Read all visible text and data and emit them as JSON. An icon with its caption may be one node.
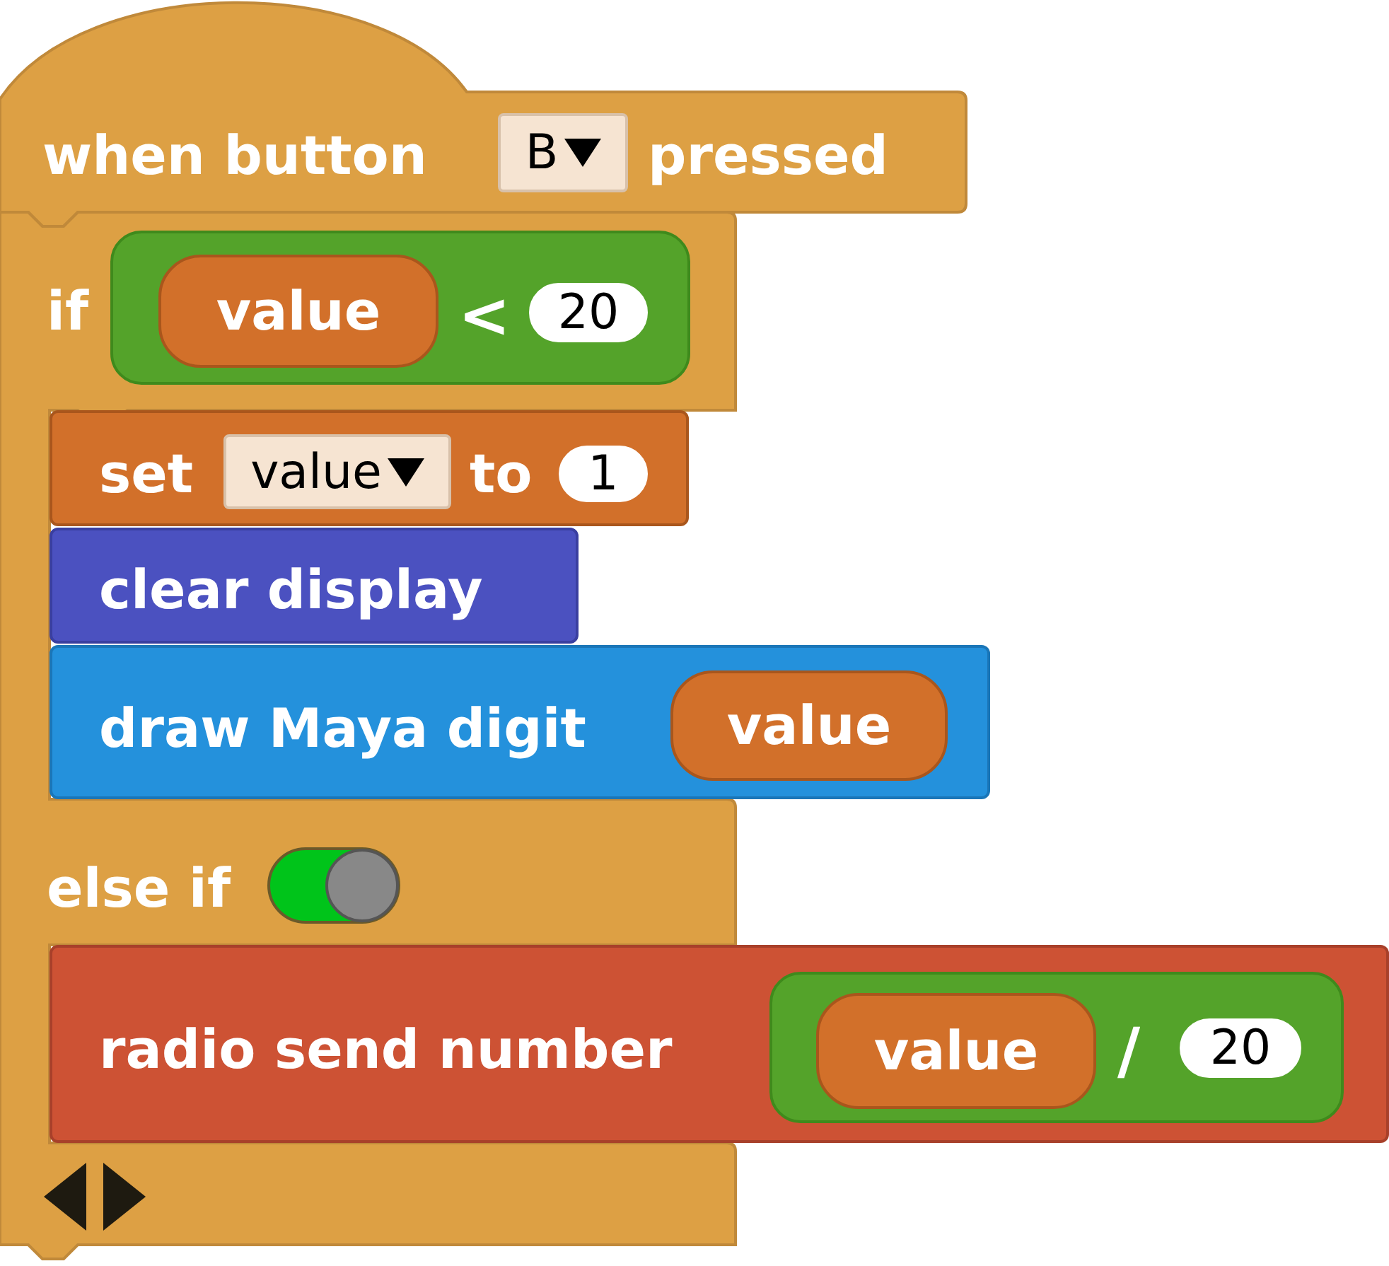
{
  "diagram": {
    "nodes": [
      {
        "text": [
          "when button",
          "pressed"
        ]
      },
      {
        "text": [
          "B"
        ],
        "in": 0
      },
      {
        "text": [
          "if",
          "else if"
        ]
      },
      {
        "text": [
          "<"
        ],
        "in": 2
      },
      {
        "text": [
          "value"
        ],
        "in": 3
      },
      {
        "text": [
          "20"
        ],
        "in": 3
      },
      {
        "text": [
          "set",
          "to"
        ],
        "in": 2
      },
      {
        "text": [
          "value"
        ],
        "in": 6
      },
      {
        "text": [
          "1"
        ],
        "in": 6
      },
      {
        "text": [
          "clear display"
        ],
        "in": 2
      },
      {
        "text": [
          "draw Maya digit"
        ]
      },
      {
        "text": [
          "value"
        ],
        "in": 10
      },
      {
        "text": [
          "radio send number"
        ]
      },
      {
        "text": [
          "/"
        ],
        "in": 12
      },
      {
        "text": [
          "value"
        ],
        "in": 13
      },
      {
        "text": [
          "20"
        ],
        "in": 13
      }
    ]
  }
}
